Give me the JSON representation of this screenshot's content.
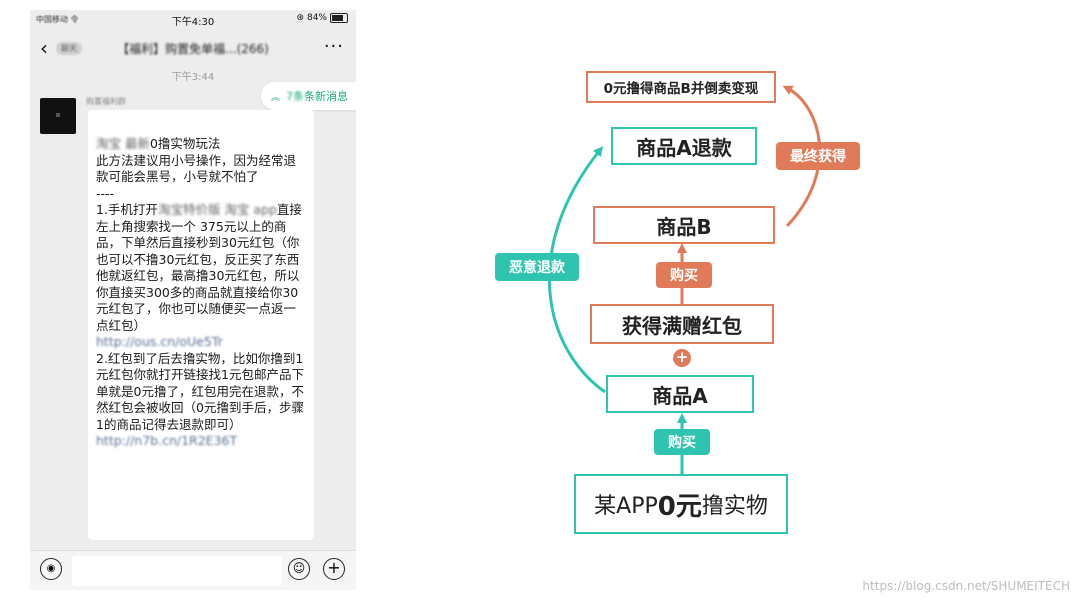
{
  "phone": {
    "status": {
      "carrier": "中国移动 令",
      "time": "下午4:30",
      "battery": "84%"
    },
    "nav": {
      "back_badge": "聊天",
      "title": "【福利】购置免单福...(266)",
      "more": "···"
    },
    "chat_time": "下午3:44",
    "new_msg": {
      "count": "7条",
      "suffix": "条新消息"
    },
    "sender": "购置福利群",
    "message": {
      "line_intro_blur": "淘宝 最新",
      "line_intro": "0撸实物玩法\n此方法建议用小号操作，因为经常退款可能会黑号，小号就不怕了\n----\n1.手机打开",
      "line_app_blur": "淘宝特价版 淘宝 app",
      "line_step1": "直接左上角搜索找一个 375元以上的商品，下单然后直接秒到30元红包（你也可以不撸30元红包，反正买了东西他就返红包，最高撸30元红包，所以你直接买300多的商品就直接给你30元红包了，你也可以随便买一点返一点红包）\n",
      "link1": "http://ous.cn/oUe5Tr",
      "line_step2": "\n2.红包到了后去撸实物，比如你撸到1元红包你就打开链接找1元包邮产品下单就是0元撸了，红包用完在退款，不然红包会被收回（0元撸到手后，步骤1的商品记得去退款即可）\n",
      "link2": "http://n7b.cn/1R2E36T"
    },
    "input": {
      "placeholder": ""
    }
  },
  "diagram": {
    "top": "0元撸得商品B并倒卖变现",
    "refund_a": "商品A退款",
    "final_get": "最终获得",
    "product_b": "商品B",
    "buy_1": "购买",
    "coupon": "获得满赠红包",
    "plus": "+",
    "product_a": "商品A",
    "buy_2": "购买",
    "malicious": "恶意退款",
    "source_prefix": "某APP",
    "source_zero": "0元",
    "source_suffix": "撸实物",
    "colors": {
      "teal": "#2ec4b0",
      "orange": "#e07a58"
    }
  },
  "watermark": "https://blog.csdn.net/SHUMEITECH"
}
